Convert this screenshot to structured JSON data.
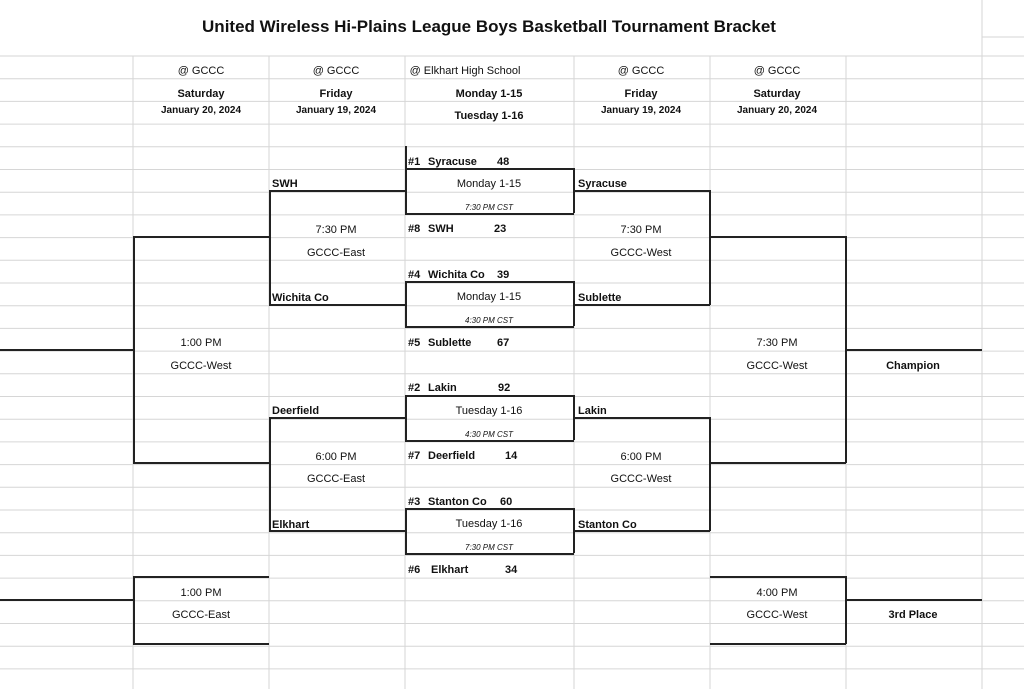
{
  "title": "United Wireless Hi-Plains League Boys Basketball Tournament Bracket",
  "columns": [
    {
      "venue": "@ GCCC",
      "day": "Saturday",
      "date": "January 20, 2024"
    },
    {
      "venue": "@ GCCC",
      "day": "Friday",
      "date": "January 19, 2024"
    },
    {
      "venue": "@ Elkhart High School",
      "day": "Monday 1-15",
      "date": "Tuesday 1-16"
    },
    {
      "venue": "@ GCCC",
      "day": "Friday",
      "date": "January 19, 2024"
    },
    {
      "venue": "@ GCCC",
      "day": "Saturday",
      "date": "January 20, 2024"
    }
  ],
  "first_round": [
    {
      "top": {
        "seed": "#1",
        "team": "Syracuse",
        "score": "48"
      },
      "bottom": {
        "seed": "#8",
        "team": "SWH",
        "score": "23"
      },
      "day": "Monday 1-15",
      "time": "7:30 PM CST"
    },
    {
      "top": {
        "seed": "#4",
        "team": "Wichita Co",
        "score": "39"
      },
      "bottom": {
        "seed": "#5",
        "team": "Sublette",
        "score": "67"
      },
      "day": "Monday 1-15",
      "time": "4:30 PM CST"
    },
    {
      "top": {
        "seed": "#2",
        "team": "Lakin",
        "score": "92"
      },
      "bottom": {
        "seed": "#7",
        "team": "Deerfield",
        "score": "14"
      },
      "day": "Tuesday 1-16",
      "time": "4:30 PM CST"
    },
    {
      "top": {
        "seed": "#3",
        "team": "Stanton Co",
        "score": "60"
      },
      "bottom": {
        "seed": "#6",
        "team": "Elkhart",
        "score": "34"
      },
      "day": "Tuesday 1-16",
      "time": "7:30 PM CST"
    }
  ],
  "consolation_teams": [
    "SWH",
    "Wichita Co",
    "Deerfield",
    "Elkhart"
  ],
  "winner_teams": [
    "Syracuse",
    "Sublette",
    "Lakin",
    "Stanton Co"
  ],
  "consolation_semis": [
    {
      "time": "7:30 PM",
      "site": "GCCC-East"
    },
    {
      "time": "6:00 PM",
      "site": "GCCC-East"
    }
  ],
  "winner_semis": [
    {
      "time": "7:30 PM",
      "site": "GCCC-West"
    },
    {
      "time": "6:00 PM",
      "site": "GCCC-West"
    }
  ],
  "consolation_final": {
    "time": "1:00 PM",
    "site": "GCCC-West"
  },
  "seventh_place_game": {
    "time": "1:00 PM",
    "site": "GCCC-East"
  },
  "championship": {
    "time": "7:30 PM",
    "site": "GCCC-West",
    "label": "Champion"
  },
  "third_place": {
    "time": "4:00 PM",
    "site": "GCCC-West",
    "label": "3rd Place"
  },
  "colors": {
    "grid": "#d6d6d6",
    "line": "#222222",
    "text": "#111111"
  }
}
